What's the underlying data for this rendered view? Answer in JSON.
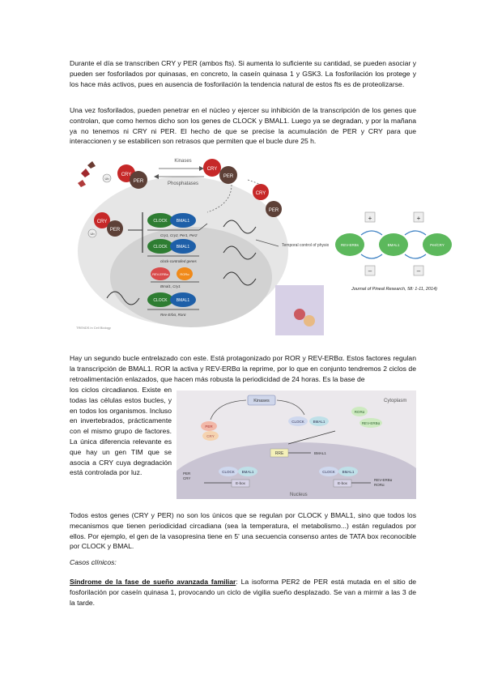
{
  "paragraphs": {
    "p1": "Durante el día se transcriben CRY y PER (ambos fts). Si aumenta lo suficiente su cantidad, se pueden asociar y pueden ser fosforilados por quinasas, en concreto, la caseín quinasa 1 y GSK3. La fosforilación los protege y los hace más activos, pues en ausencia de fosforilación la tendencia natural de estos fts es de proteolizarse.",
    "p2": "Una vez fosforilados, pueden penetrar en el núcleo y ejercer su inhibición de la transcripción de los genes que controlan, que como hemos dicho son los genes de CLOCK y BMAL1. Luego ya se degradan, y por la mañana ya no tenemos ni CRY ni PER. El hecho de que se precise la acumulación de PER y CRY para que interaccionen y se estabilicen son retrasos que permiten que el bucle dure 25 h.",
    "p3_full": "Hay un segundo bucle entrelazado con este. Está protagonizado por ROR y REV-ERBα. Estos factores regulan la transcripción de BMAL1. ROR la activa y REV-ERBα la reprime, por lo que en conjunto tendremos 2 ciclos de retroalimentación enlazados, que hacen más robusta la periodicidad de 24 horas. Es la base de",
    "p3_side": "los ciclos circadianos. Existe en todas las células estos bucles, y en todos los organismos. Incluso en invertebrados, prácticamente con el mismo grupo de factores. La única diferencia relevante es que hay un gen TIM que se asocia a CRY cuya degradación está controlada por luz.",
    "p4": "Todos estos genes (CRY y PER) no son los únicos que se regulan por CLOCK y BMAL1, sino que todos los mecanismos que tienen periodicidad circadiana (sea la temperatura, el metabolismo...) están regulados por ellos. Por ejemplo, el gen de la vasopresina tiene en 5' una secuencia consenso antes de TATA box reconocible por CLOCK y BMAL.",
    "clinical_heading": "Casos clínicos:",
    "syndrome_title": "Síndrome de la fase de sueño avanzada familiar",
    "syndrome_text": ": La isoforma PER2 de PER está mutada en el sitio de fosforilación por caseín quinasa 1, provocando un ciclo de vigilia sueño desplazado. Se van a mirmir a las 3 de la tarde."
  },
  "figure1": {
    "kinases": "Kinases",
    "phosphatases": "Phosphatases",
    "cry": "CRY",
    "per": "PER",
    "ub": "Ub",
    "clock": "CLOCK",
    "bmal1": "BMAL1",
    "genes1": "Cry1, Cry2, Per1, Per2",
    "genes2": "clock-controlled genes",
    "genes3": "Bmal1, Cry1",
    "genes4": "Rev-Erbα, Rorα",
    "rev_erb": "REV-ERBα",
    "ror": "RORα",
    "temporal": "Temporal control of physiology",
    "credit": "TRENDS in Cell Biology",
    "reverbs": "REV-ERBs",
    "per_cry": "Per/CRY",
    "plus": "+",
    "minus": "–",
    "journal": "Journal of Pineal Research, 58: 1-11, 2014)"
  },
  "figure2": {
    "kinases": "Kinases",
    "cytoplasm": "Cytoplasm",
    "nucleus": "Nucleus",
    "per": "PER",
    "cry": "CRY",
    "clock": "CLOCK",
    "bmal1": "BMAL1",
    "ror": "RORα",
    "rev_erb": "REV-ERBα",
    "rre": "RRE",
    "ebox": "E-box",
    "per_cry_label": "PER\nCRY",
    "rev_ror_label": "REV-ERBα\nRORα"
  },
  "colors": {
    "clock": "#2e7d32",
    "bmal1": "#1e5fa8",
    "cry": "#c62828",
    "per": "#5d4037",
    "ror": "#f08a1a",
    "rev_erb": "#d84b4b",
    "green_node": "#5cb85c",
    "blue_arrow": "#3a7fc2"
  }
}
